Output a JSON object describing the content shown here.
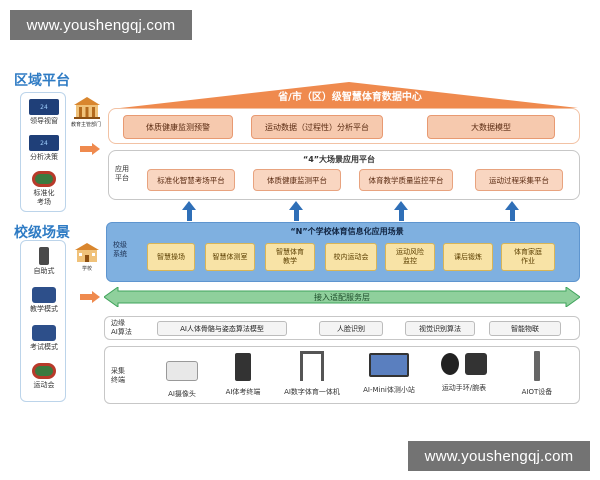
{
  "watermark": "www.youshengqj.com",
  "region": {
    "title": "区域平台",
    "items": [
      "领导视窗",
      "分析决策",
      "标准化\n考场"
    ],
    "badge": "教育主管部门"
  },
  "school": {
    "title": "校级场景",
    "items": [
      "自助式",
      "教学模式",
      "考试模式",
      "运动会"
    ],
    "badge": "学校"
  },
  "center": {
    "title": "省/市（区）级智慧体育数据中心",
    "boxes": [
      "体质健康监测预警",
      "运动数据（过程性）分析平台",
      "大数据模型"
    ]
  },
  "application": {
    "side_label": "应用\n平台",
    "title": "“4”大场景应用平台",
    "boxes": [
      "标准化智慧考场平台",
      "体质健康监测平台",
      "体育教学质量监控平台",
      "运动过程采集平台"
    ]
  },
  "school_system": {
    "side_label": "校级\n系统",
    "title": "“N”个学校体育信息化应用场景",
    "boxes": [
      "智慧操场",
      "智慧体测室",
      "智慧体育\n教学",
      "校内运动会",
      "运动风险\n监控",
      "课后锻炼",
      "体育家庭\n作业"
    ]
  },
  "access_layer": "接入适配服务层",
  "edge_ai": {
    "side_label": "边缘\nAI算法",
    "boxes": [
      "AI人体骨骼与姿态算法模型",
      "人脸识别",
      "视觉识别算法",
      "智能物联"
    ]
  },
  "collection": {
    "side_label": "采集\n终端",
    "devices": [
      "AI摄像头",
      "AI体考终端",
      "AI数字体育一体机",
      "AI-Mini体测小站",
      "运动手环/腕表",
      "AIOT设备"
    ]
  },
  "colors": {
    "accent_blue": "#2e7bc4",
    "orange": "#ef8a4e",
    "green": "#3fa35b"
  }
}
